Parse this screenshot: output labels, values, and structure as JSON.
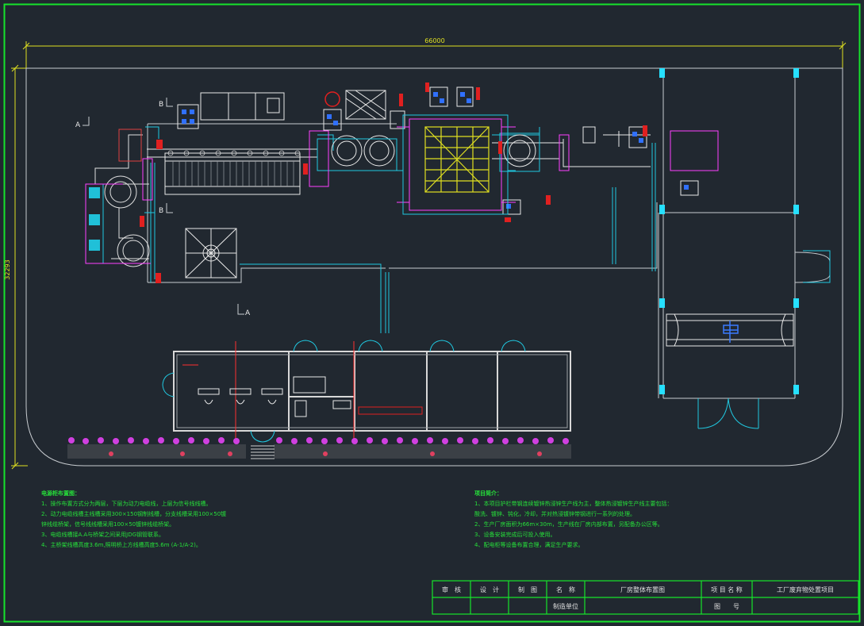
{
  "dimensions": {
    "width_label": "66000",
    "height_label": "32293"
  },
  "section_marks": {
    "a1": "A",
    "a2": "A",
    "b1": "B",
    "b2": "B"
  },
  "notes_left": {
    "heading": "电源柜布置图：",
    "lines": [
      "1、操作布置方式分为两层，下层为动力电缆线，上层为信号线线槽。",
      "2、动力电缆线槽主线槽采用300×150钢制线槽，分支线槽采用100×50镀",
      "   锌线缆桥架，信号线线槽采用100×50镀锌线缆桥架。",
      "3、电缆线槽接A.A与桥架之间采用JDG钢管联系。",
      "4、主桥架线槽高度3.6m,照明桥上方线槽高度5.6m (A-1/A-2)。"
    ]
  },
  "notes_right": {
    "heading": "项目简介：",
    "lines": [
      "1、本项目护栏带钢连续镀锌热浸锌生产线为主，整体热浸镀锌生产线主要包括：",
      "   酸洗、镀锌、钝化，冷却，并对热浸镀锌带钢进行一系列的处理。",
      "2、生产厂房面积为66m×30m，生产线在厂房内部布置，另配备办公区等。",
      "3、设备安装完成后可投入使用。",
      "4、配电柜等设备布置合理，满足生产要求。"
    ]
  },
  "title_block": {
    "audit": "审　核",
    "design": "设　计",
    "draw": "制　图",
    "name": "名　称",
    "unit": "制造单位",
    "drawing_title": "厂房整体布置图",
    "project_name_label": "项 目 名 称",
    "project_name": "工厂废弃物处置项目",
    "drawing_no_label": "图　　号"
  }
}
